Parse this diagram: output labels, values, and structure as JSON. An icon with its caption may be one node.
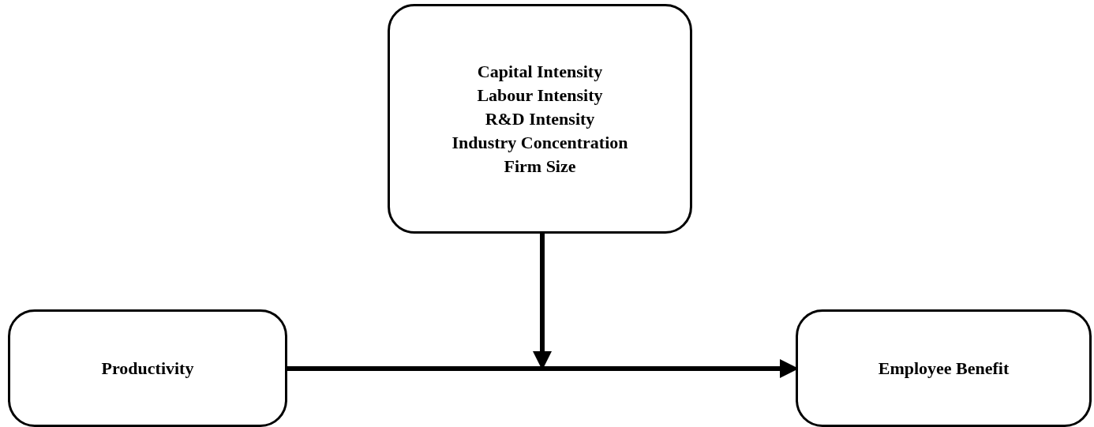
{
  "diagram": {
    "nodes": [
      {
        "text": [
          "Capital Intensity",
          "Labour Intensity",
          "R&D Intensity",
          "Industry Concentration",
          "Firm Size"
        ]
      },
      {
        "text": [
          "Productivity"
        ]
      },
      {
        "text": [
          "Employee Benefit"
        ]
      }
    ],
    "edges": [
      {
        "from": 1,
        "to": 2,
        "arrow": "to"
      },
      {
        "from": 0,
        "to": null,
        "arrow": "to"
      }
    ]
  }
}
